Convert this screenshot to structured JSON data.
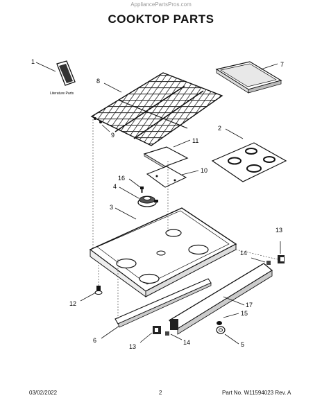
{
  "header": {
    "watermark": "AppliancePartsPros.com",
    "title": "COOKTOP PARTS"
  },
  "footer": {
    "date": "03/02/2022",
    "page": "2",
    "part_rev": "Part No. W11594023  Rev. A"
  },
  "callouts": {
    "c1": "1",
    "c2": "2",
    "c3": "3",
    "c4": "4",
    "c5": "5",
    "c6": "6",
    "c7": "7",
    "c8": "8",
    "c9": "9",
    "c10": "10",
    "c11": "11",
    "c12": "12",
    "c13a": "13",
    "c13b": "13",
    "c14a": "14",
    "c14b": "14",
    "c15": "15",
    "c16": "16",
    "c17": "17"
  },
  "literature_label": "Literature Parts",
  "colors": {
    "line": "#1a1a1a",
    "dash": "#333333",
    "fill": "#ffffff",
    "shade": "#cfcfcf"
  }
}
